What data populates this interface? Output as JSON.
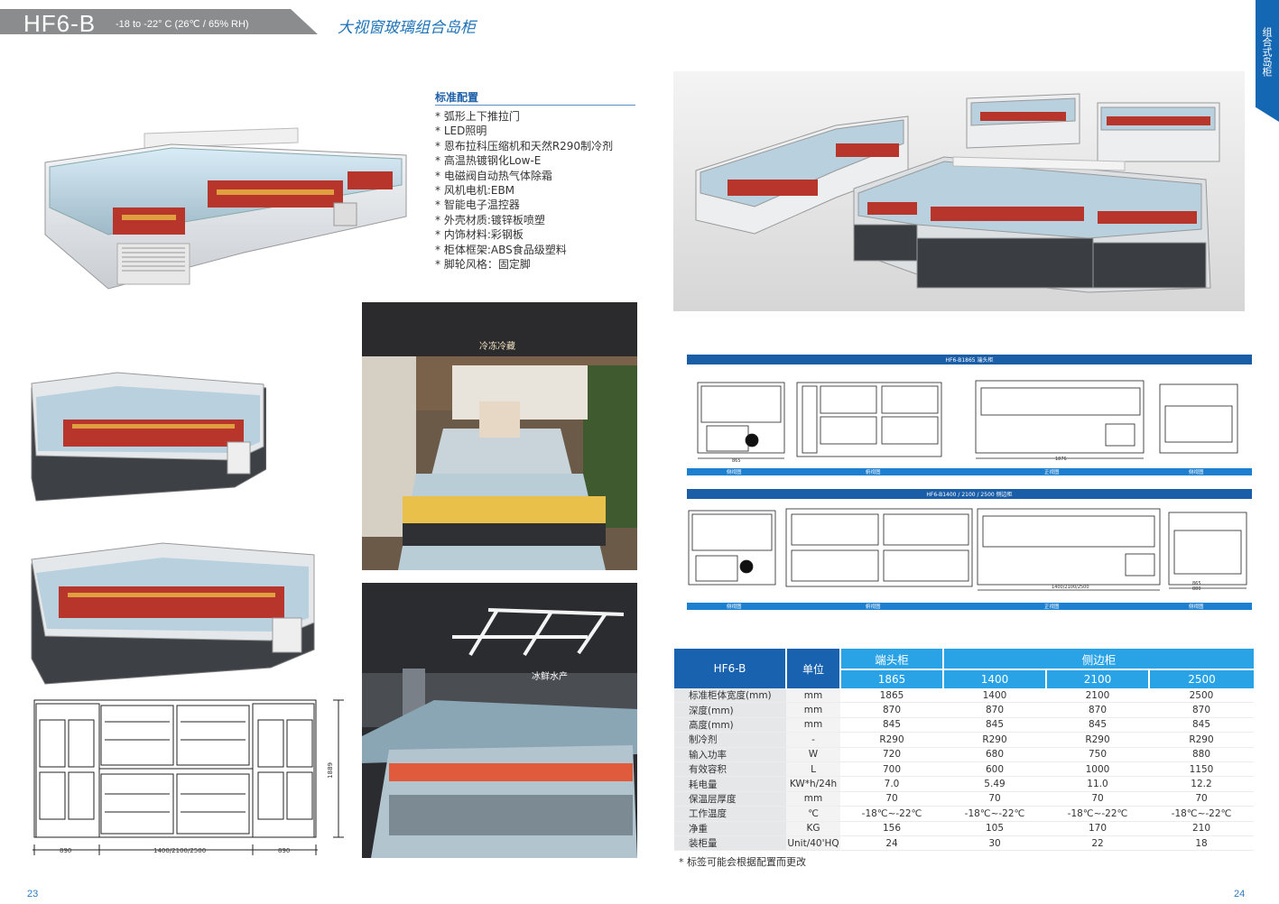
{
  "header": {
    "model": "HF6-B",
    "temp_range": "-18 to -22° C (26℃ / 65% RH)",
    "title": "大视窗玻璃组合岛柜",
    "side_tab": "组合式岛柜"
  },
  "config": {
    "title": "标准配置",
    "items": [
      "弧形上下推拉门",
      "LED照明",
      "恩布拉科压缩机和天然R290制冷剂",
      "高温热镀钢化Low-E",
      "电磁阀自动热气体除霜",
      "风机电机:EBM",
      "智能电子温控器",
      "外壳材质:镀锌板喷塑",
      "内饰材料:彩钢板",
      "柜体框架:ABS食品级塑料",
      "脚轮风格：固定脚"
    ]
  },
  "top_plan": {
    "dim_left": "890",
    "dim_mid": "1400/2100/2500",
    "dim_right": "890",
    "dim_height": "1889"
  },
  "photo_labels": {
    "store1_sign": "冷冻冷藏",
    "store2_sign": "冰鲜水产"
  },
  "blueprint1": {
    "title": "HF6-B1865 端头柜",
    "labels": [
      "侧视图",
      "俯视图",
      "正视图",
      "侧视图"
    ],
    "dim_width": "865",
    "dim_front": "1876"
  },
  "blueprint2": {
    "title": "HF6-B1400 / 2100 / 2500 侧边柜",
    "labels": [
      "侧视图",
      "俯视图",
      "正视图",
      "侧视图"
    ],
    "dim_front": "1400/2100/2500",
    "dim_a": "865",
    "dim_b": "880"
  },
  "spec": {
    "model": "HF6-B",
    "unit_header": "单位",
    "group1": "端头柜",
    "group2": "侧边柜",
    "sizes": [
      "1865",
      "1400",
      "2100",
      "2500"
    ],
    "rows": [
      {
        "label": "标准柜体宽度(mm)",
        "unit": "mm",
        "values": [
          "1865",
          "1400",
          "2100",
          "2500"
        ]
      },
      {
        "label": "深度(mm)",
        "unit": "mm",
        "values": [
          "870",
          "870",
          "870",
          "870"
        ]
      },
      {
        "label": "高度(mm)",
        "unit": "mm",
        "values": [
          "845",
          "845",
          "845",
          "845"
        ]
      },
      {
        "label": "制冷剂",
        "unit": "-",
        "values": [
          "R290",
          "R290",
          "R290",
          "R290"
        ]
      },
      {
        "label": "输入功率",
        "unit": "W",
        "values": [
          "720",
          "680",
          "750",
          "880"
        ]
      },
      {
        "label": "有效容积",
        "unit": "L",
        "values": [
          "700",
          "600",
          "1000",
          "1150"
        ]
      },
      {
        "label": "耗电量",
        "unit": "KW*h/24h",
        "values": [
          "7.0",
          "5.49",
          "11.0",
          "12.2"
        ]
      },
      {
        "label": "保温层厚度",
        "unit": "mm",
        "values": [
          "70",
          "70",
          "70",
          "70"
        ]
      },
      {
        "label": "工作温度",
        "unit": "℃",
        "values": [
          "-18℃~-22℃",
          "-18℃~-22℃",
          "-18℃~-22℃",
          "-18℃~-22℃"
        ]
      },
      {
        "label": "净重",
        "unit": "KG",
        "values": [
          "156",
          "105",
          "170",
          "210"
        ]
      },
      {
        "label": "装柜量",
        "unit": "Unit/40'HQ",
        "values": [
          "24",
          "30",
          "22",
          "18"
        ]
      }
    ],
    "note": "* 标签可能会根据配置而更改"
  },
  "pages": {
    "left": "23",
    "right": "24"
  }
}
